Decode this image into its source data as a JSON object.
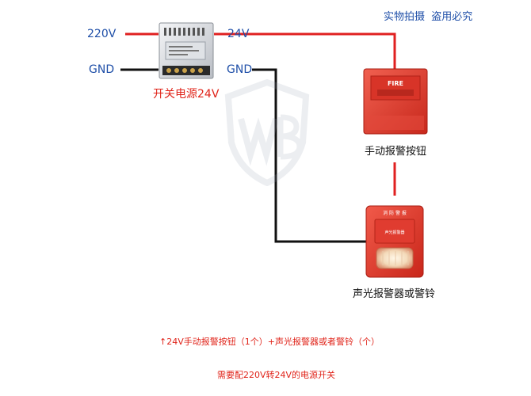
{
  "header": {
    "notice": "实物拍摄  盗用必究"
  },
  "power_supply": {
    "label": "开关电源24V",
    "input_220v": "220V",
    "output_24v": "24V",
    "gnd_left": "GND",
    "gnd_right": "GND"
  },
  "devices": {
    "button": {
      "label": "手动报警按钮",
      "panel_text": "FIRE"
    },
    "sounder": {
      "label": "声光报警器或警铃",
      "panel_text": "消 防 警 报",
      "sub_text": "声光报警器"
    }
  },
  "notes": {
    "line1": "↑24V手动报警按钮（1个）+声光报警器或者警铃（个）",
    "line2": "需要配220V转24V的电源开关"
  },
  "colors": {
    "wire_red": "#e02020",
    "wire_black": "#111111",
    "text_blue": "#1f4fa8",
    "text_red": "#e0241a",
    "device_red": "#e8352b"
  },
  "icons": [
    "power-supply-icon",
    "manual-call-point-icon",
    "strobe-sounder-icon",
    "watermark-logo"
  ]
}
